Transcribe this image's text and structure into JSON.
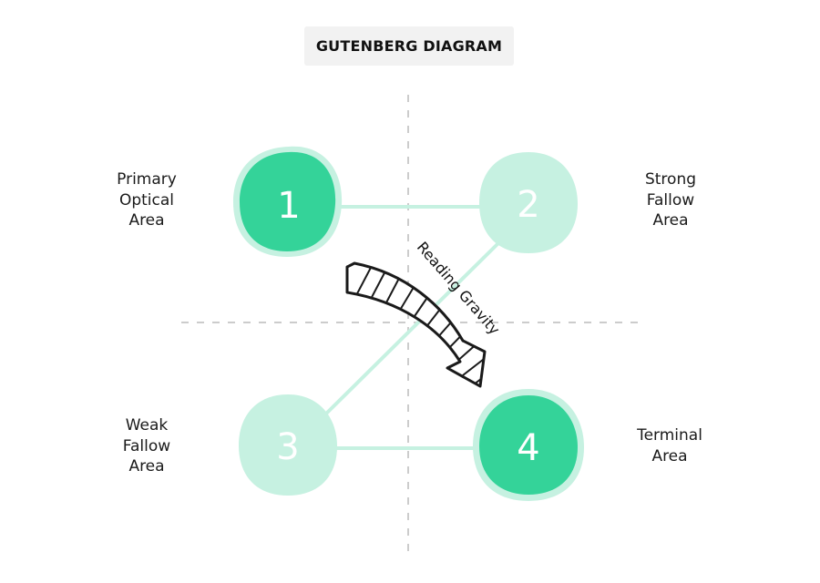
{
  "title": "GUTENBERG DIAGRAM",
  "colors": {
    "strong": "#34d399",
    "strong_halo": "#c6f1e1",
    "light": "#c6f1e1",
    "connector": "#c6f1e1",
    "axis": "#cccccc",
    "arrow_outline": "#1a1a1a"
  },
  "nodes": [
    {
      "number": "1",
      "emphasis": "strong"
    },
    {
      "number": "2",
      "emphasis": "light"
    },
    {
      "number": "3",
      "emphasis": "light"
    },
    {
      "number": "4",
      "emphasis": "strong"
    }
  ],
  "area_labels": [
    {
      "lines": [
        "Primary",
        "Optical",
        "Area"
      ]
    },
    {
      "lines": [
        "Strong",
        "Fallow",
        "Area"
      ]
    },
    {
      "lines": [
        "Weak",
        "Fallow",
        "Area"
      ]
    },
    {
      "lines": [
        "Terminal",
        "Area"
      ]
    }
  ],
  "arrow": {
    "label": "Reading Gravity",
    "icon": "hatched-curved-arrow-icon"
  }
}
